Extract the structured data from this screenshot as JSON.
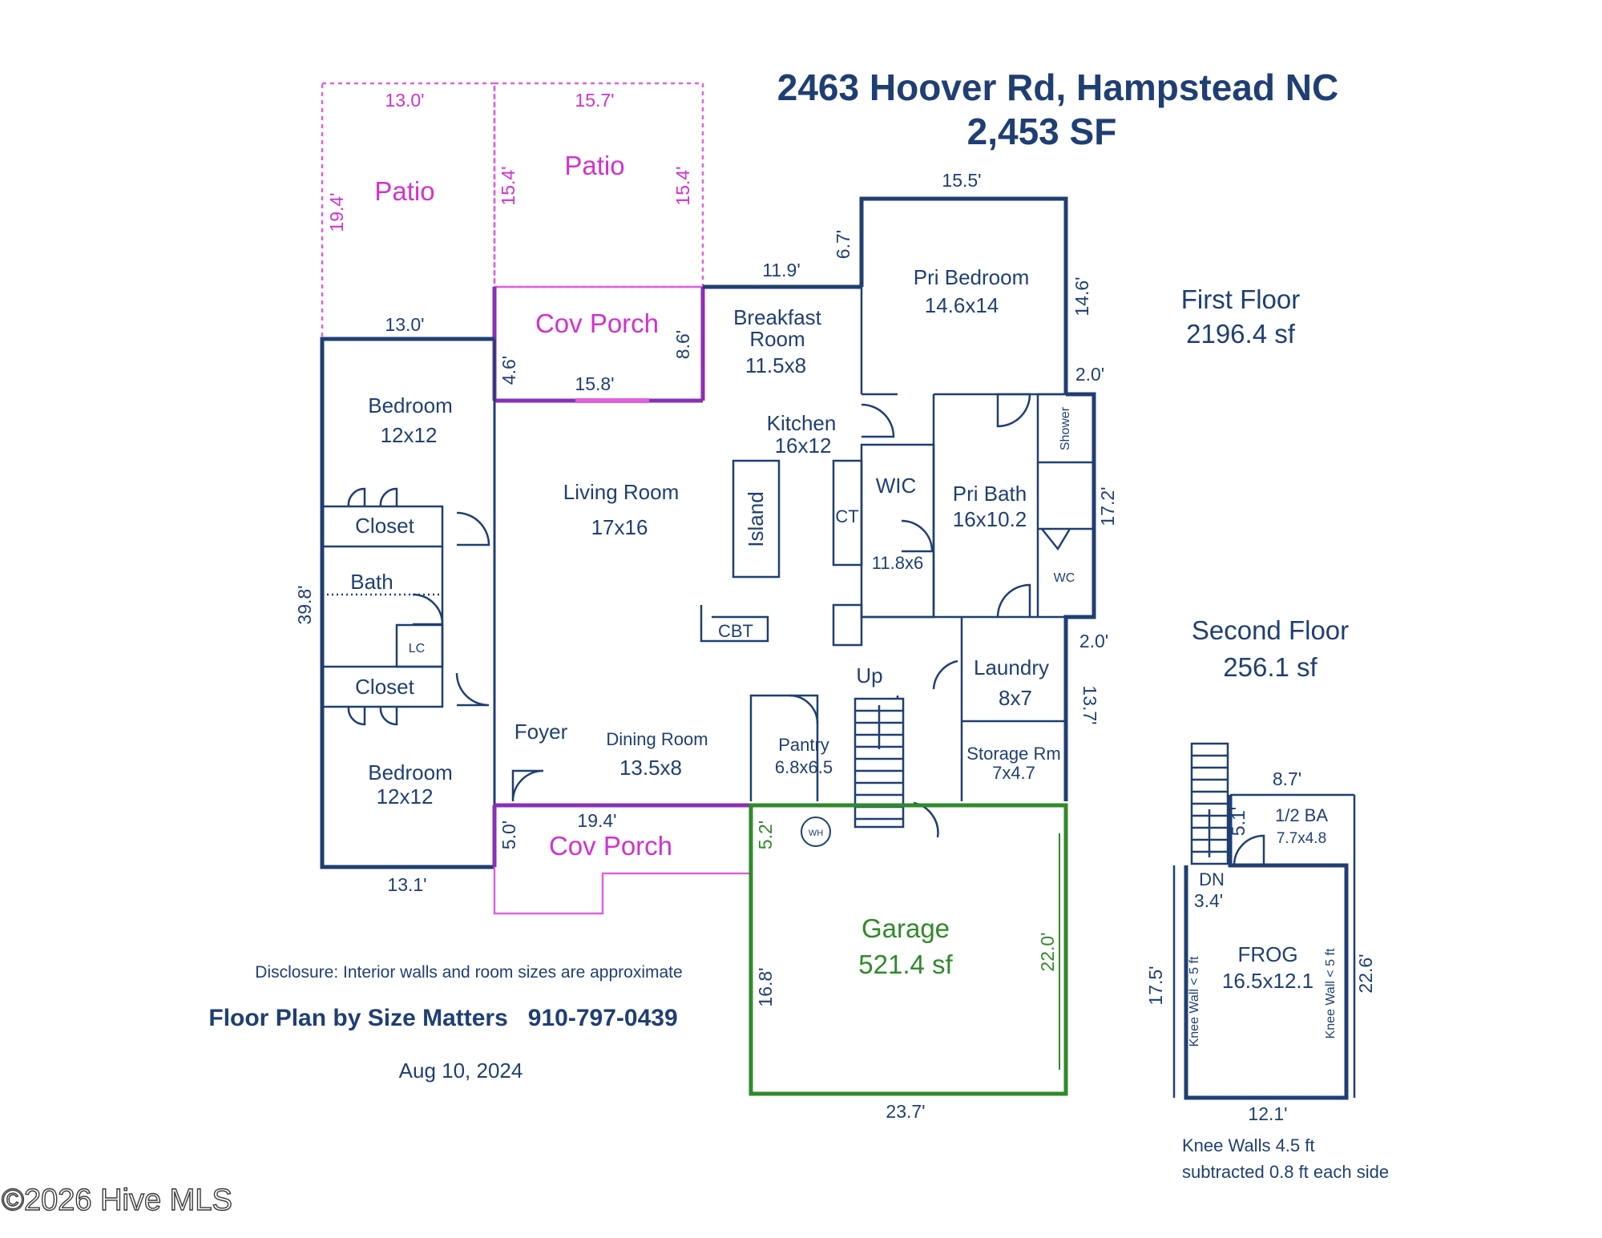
{
  "title": {
    "address": "2463 Hoover Rd, Hampstead NC",
    "total_area": "2,453 SF"
  },
  "floors": {
    "first_label": "First Floor",
    "first_area": "2196.4 sf",
    "second_label": "Second Floor",
    "second_area": "256.1 sf"
  },
  "rooms": {
    "patio_left": "Patio",
    "patio_right": "Patio",
    "cov_porch_top": "Cov Porch",
    "breakfast_name": "Breakfast",
    "breakfast_name2": "Room",
    "breakfast_size": "11.5x8",
    "pri_bedroom_name": "Pri Bedroom",
    "pri_bedroom_size": "14.6x14",
    "bedroom_top_name": "Bedroom",
    "bedroom_top_size": "12x12",
    "kitchen_name": "Kitchen",
    "kitchen_size": "16x12",
    "shower": "Shower",
    "living_name": "Living Room",
    "living_size": "17x16",
    "island": "Island",
    "ct": "CT",
    "wic_name": "WIC",
    "wic_size": "11.8x6",
    "pri_bath_name": "Pri Bath",
    "pri_bath_size": "16x10.2",
    "wc": "WC",
    "closet_top": "Closet",
    "bath": "Bath",
    "lc": "LC",
    "closet_bottom": "Closet",
    "cbt": "CBT",
    "up": "Up",
    "laundry_name": "Laundry",
    "laundry_size": "8x7",
    "foyer": "Foyer",
    "dining_name": "Dining Room",
    "dining_size": "13.5x8",
    "pantry_name": "Pantry",
    "pantry_size": "6.8x6.5",
    "storage_name": "Storage Rm",
    "storage_size": "7x4.7",
    "bedroom_bottom_name": "Bedroom",
    "bedroom_bottom_size": "12x12",
    "cov_porch_bottom": "Cov Porch",
    "wh": "WH",
    "garage_name": "Garage",
    "garage_area": "521.4 sf",
    "half_ba_name": "1/2 BA",
    "half_ba_size": "7.7x4.8",
    "dn": "DN",
    "frog_name": "FROG",
    "frog_size": "16.5x12.1",
    "knee_wall_left": "Knee Wall < 5 ft",
    "knee_wall_right": "Knee Wall < 5 ft"
  },
  "dimensions": {
    "patio_left_top": "13.0'",
    "patio_right_top": "15.7'",
    "patio_left_side": "19.4'",
    "patio_right_side_left": "15.4'",
    "patio_right_side_right": "15.4'",
    "pri_bed_top": "15.5'",
    "pri_bed_side_left": "6.7'",
    "pri_bed_side_right": "14.6'",
    "breakfast_top": "11.9'",
    "bedroom_top_width": "13.0'",
    "cov_porch_top_width": "15.8'",
    "cov_porch_top_left": "4.6'",
    "cov_porch_top_right": "8.6'",
    "right_2a": "2.0'",
    "right_17": "17.2'",
    "right_2b": "2.0'",
    "right_13": "13.7'",
    "left_side": "39.8'",
    "cov_porch_bottom_width": "19.4'",
    "cov_porch_bottom_left": "5.0'",
    "cov_porch_bottom_right": "5.2'",
    "bedroom_bottom_width": "13.1'",
    "garage_left": "16.8'",
    "garage_right": "22.0'",
    "garage_bottom": "23.7'",
    "second_top": "8.7'",
    "second_stair": "5.1'",
    "second_dn": "3.4'",
    "second_left": "17.5'",
    "second_right": "22.6'",
    "second_bottom": "12.1'"
  },
  "notes": {
    "disclosure": "Disclosure: Interior walls and room sizes are approximate",
    "credit": "Floor Plan by Size Matters   910-797-0439",
    "date": "Aug 10, 2024",
    "knee_note_1": "Knee Walls 4.5 ft",
    "knee_note_2": "subtracted 0.8 ft  each side",
    "copyright": "©2026 Hive MLS"
  }
}
